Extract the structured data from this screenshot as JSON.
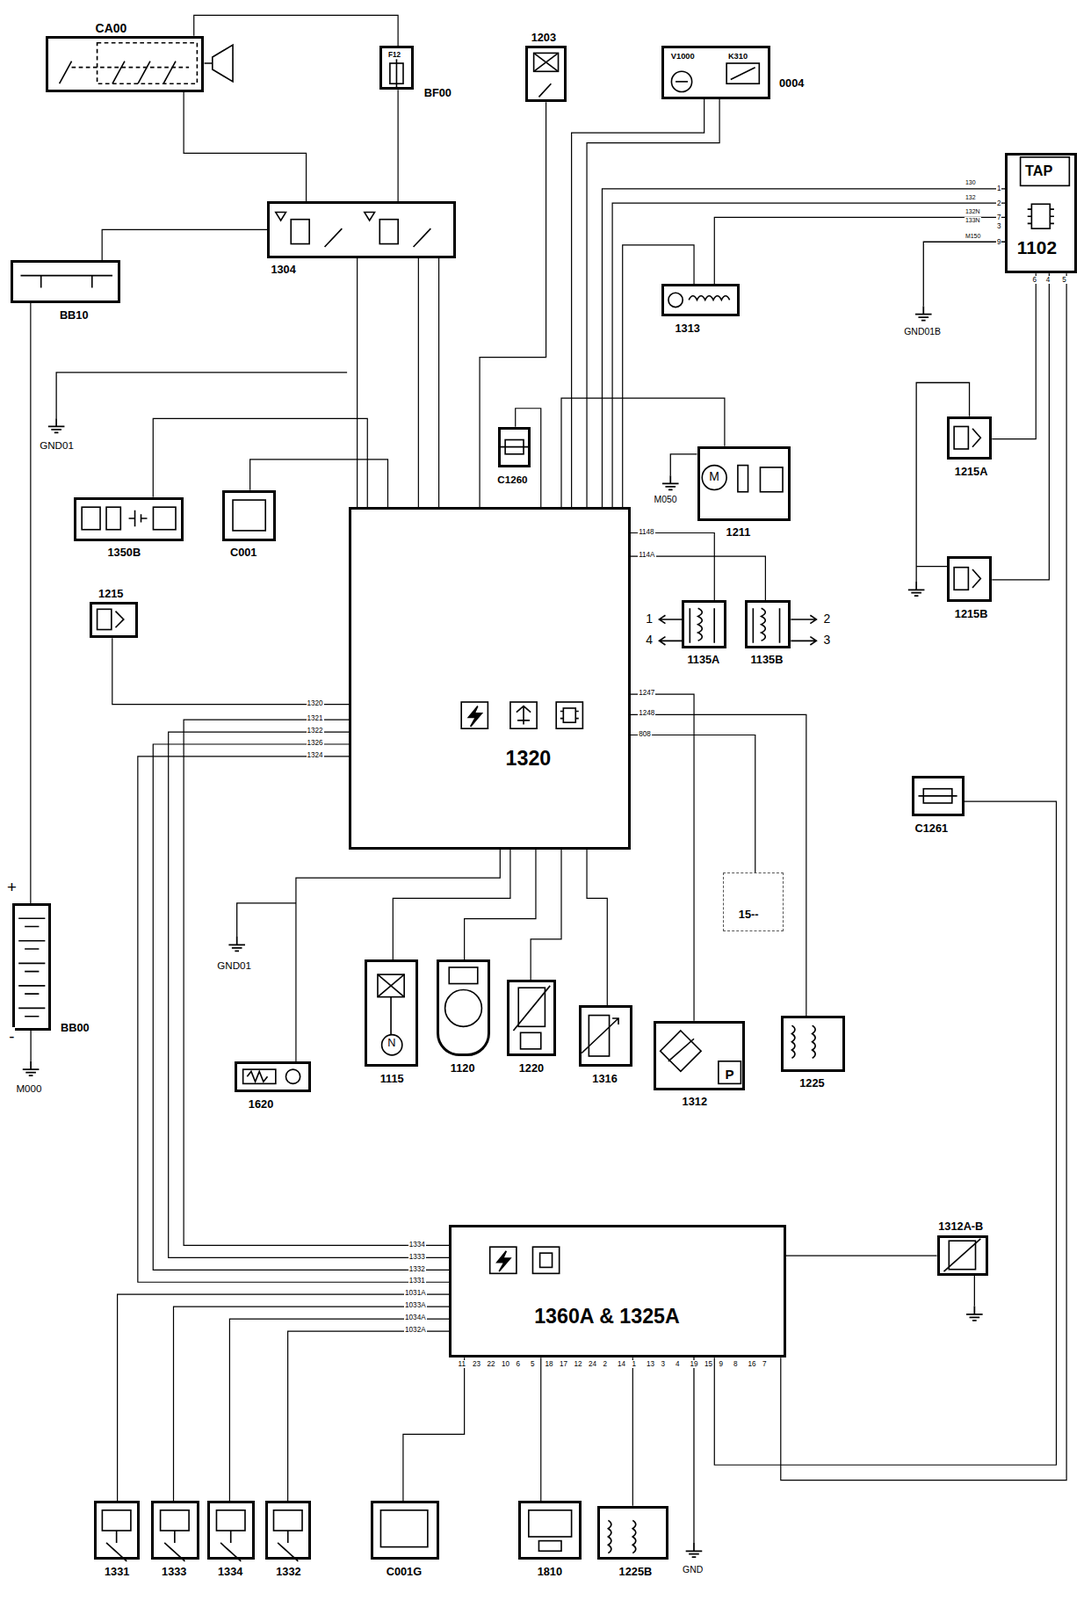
{
  "diagram": {
    "nodes": [
      {
        "text": [
          "CA00"
        ]
      },
      {
        "text": [
          "F12",
          "BF00"
        ]
      },
      {
        "text": [
          "1203"
        ]
      },
      {
        "text": [
          "V1000",
          "K310",
          "0004"
        ]
      },
      {
        "text": [
          "1304"
        ]
      },
      {
        "text": [
          "BB10"
        ]
      },
      {
        "text": [
          "TAP",
          "1102"
        ]
      },
      {
        "text": [
          "1313"
        ]
      },
      {
        "text": [
          "1350B"
        ]
      },
      {
        "text": [
          "C001"
        ]
      },
      {
        "text": [
          "C1260"
        ]
      },
      {
        "text": [
          "1211"
        ]
      },
      {
        "text": [
          "1320"
        ]
      },
      {
        "text": [
          "1135A"
        ]
      },
      {
        "text": [
          "1135B"
        ]
      },
      {
        "text": [
          "1215A"
        ]
      },
      {
        "text": [
          "1215B"
        ]
      },
      {
        "text": [
          "1215"
        ]
      },
      {
        "text": [
          "C1261"
        ]
      },
      {
        "text": [
          "15--"
        ]
      },
      {
        "text": [
          "BB00"
        ]
      },
      {
        "text": [
          "1620"
        ]
      },
      {
        "text": [
          "1115"
        ]
      },
      {
        "text": [
          "1120"
        ]
      },
      {
        "text": [
          "1220"
        ]
      },
      {
        "text": [
          "1316"
        ]
      },
      {
        "text": [
          "P",
          "1312"
        ]
      },
      {
        "text": [
          "1225"
        ]
      },
      {
        "text": [
          "1312A-B"
        ]
      },
      {
        "text": [
          "1360A & 1325A"
        ]
      },
      {
        "text": [
          "1331"
        ]
      },
      {
        "text": [
          "1333"
        ]
      },
      {
        "text": [
          "1334"
        ]
      },
      {
        "text": [
          "1332"
        ]
      },
      {
        "text": [
          "C001G"
        ]
      },
      {
        "text": [
          "1810"
        ]
      },
      {
        "text": [
          "1225B"
        ]
      }
    ],
    "edges": [
      {
        "from": 12,
        "to": 4,
        "arrow": "none"
      },
      {
        "from": 12,
        "to": 4,
        "arrow": "none"
      },
      {
        "from": 12,
        "to": 2,
        "arrow": "none"
      },
      {
        "from": 12,
        "to": 3,
        "arrow": "none"
      },
      {
        "from": 12,
        "to": 3,
        "arrow": "none"
      },
      {
        "from": 12,
        "to": 6,
        "arrow": "none"
      },
      {
        "from": 12,
        "to": 6,
        "arrow": "none"
      },
      {
        "from": 12,
        "to": 7,
        "arrow": "none"
      },
      {
        "from": 6,
        "to": 7,
        "arrow": "none"
      },
      {
        "from": 12,
        "to": 10,
        "arrow": "none"
      },
      {
        "from": 12,
        "to": 9,
        "arrow": "none"
      },
      {
        "from": 12,
        "to": 8,
        "arrow": "none"
      },
      {
        "from": 12,
        "to": 11,
        "arrow": "none"
      },
      {
        "from": 12,
        "to": 13,
        "arrow": "none"
      },
      {
        "from": 12,
        "to": 14,
        "arrow": "none"
      },
      {
        "from": 12,
        "to": 26,
        "arrow": "none"
      },
      {
        "from": 12,
        "to": 27,
        "arrow": "none"
      },
      {
        "from": 12,
        "to": 19,
        "arrow": "none"
      },
      {
        "from": 12,
        "to": 25,
        "arrow": "none"
      },
      {
        "from": 12,
        "to": 24,
        "arrow": "none"
      },
      {
        "from": 12,
        "to": 23,
        "arrow": "none"
      },
      {
        "from": 12,
        "to": 22,
        "arrow": "none"
      },
      {
        "from": 12,
        "to": 21,
        "arrow": "none"
      },
      {
        "from": 12,
        "to": 17,
        "arrow": "none"
      },
      {
        "from": 12,
        "to": 29,
        "arrow": "none"
      },
      {
        "from": 12,
        "to": 29,
        "arrow": "none"
      },
      {
        "from": 12,
        "to": 29,
        "arrow": "none"
      },
      {
        "from": 12,
        "to": 29,
        "arrow": "none"
      },
      {
        "from": 29,
        "to": 30,
        "arrow": "none"
      },
      {
        "from": 29,
        "to": 31,
        "arrow": "none"
      },
      {
        "from": 29,
        "to": 32,
        "arrow": "none"
      },
      {
        "from": 29,
        "to": 33,
        "arrow": "none"
      },
      {
        "from": 29,
        "to": 34,
        "arrow": "none"
      },
      {
        "from": 29,
        "to": 35,
        "arrow": "none"
      },
      {
        "from": 29,
        "to": 36,
        "arrow": "none"
      },
      {
        "from": 29,
        "to": 6,
        "arrow": "none"
      },
      {
        "from": 29,
        "to": 18,
        "arrow": "none"
      },
      {
        "from": 6,
        "to": 15,
        "arrow": "none"
      },
      {
        "from": 6,
        "to": 16,
        "arrow": "none"
      },
      {
        "from": 4,
        "to": 5,
        "arrow": "none"
      },
      {
        "from": 1,
        "to": 4,
        "arrow": "none"
      },
      {
        "from": 0,
        "to": 4,
        "arrow": "none"
      },
      {
        "from": 0,
        "to": 1,
        "arrow": "none"
      },
      {
        "from": 20,
        "to": 5,
        "arrow": "none"
      },
      {
        "from": 28,
        "to": 29,
        "arrow": "none"
      },
      {
        "from": 12,
        "to": 4,
        "arrow": "none"
      }
    ],
    "labels": [
      "+",
      "-",
      "M000",
      "GND01",
      "GND01",
      "GND01B",
      "M050",
      "GND",
      "1",
      "4",
      "2",
      "3",
      "M",
      "N",
      "1320",
      "1321",
      "1322",
      "1326",
      "1324",
      "1148",
      "114A",
      "1247",
      "1248",
      "808",
      "1334",
      "1333",
      "1332",
      "1331",
      "1031A",
      "1033A",
      "1034A",
      "1032A",
      "11",
      "23",
      "22",
      "10",
      "6",
      "5",
      "18",
      "17",
      "12",
      "24",
      "2",
      "14",
      "1",
      "13",
      "3",
      "4",
      "19",
      "15",
      "9",
      "8",
      "16",
      "7",
      "1",
      "2",
      "7",
      "3",
      "9",
      "6",
      "4",
      "5",
      "130",
      "132",
      "132N",
      "133N",
      "M150"
    ]
  }
}
